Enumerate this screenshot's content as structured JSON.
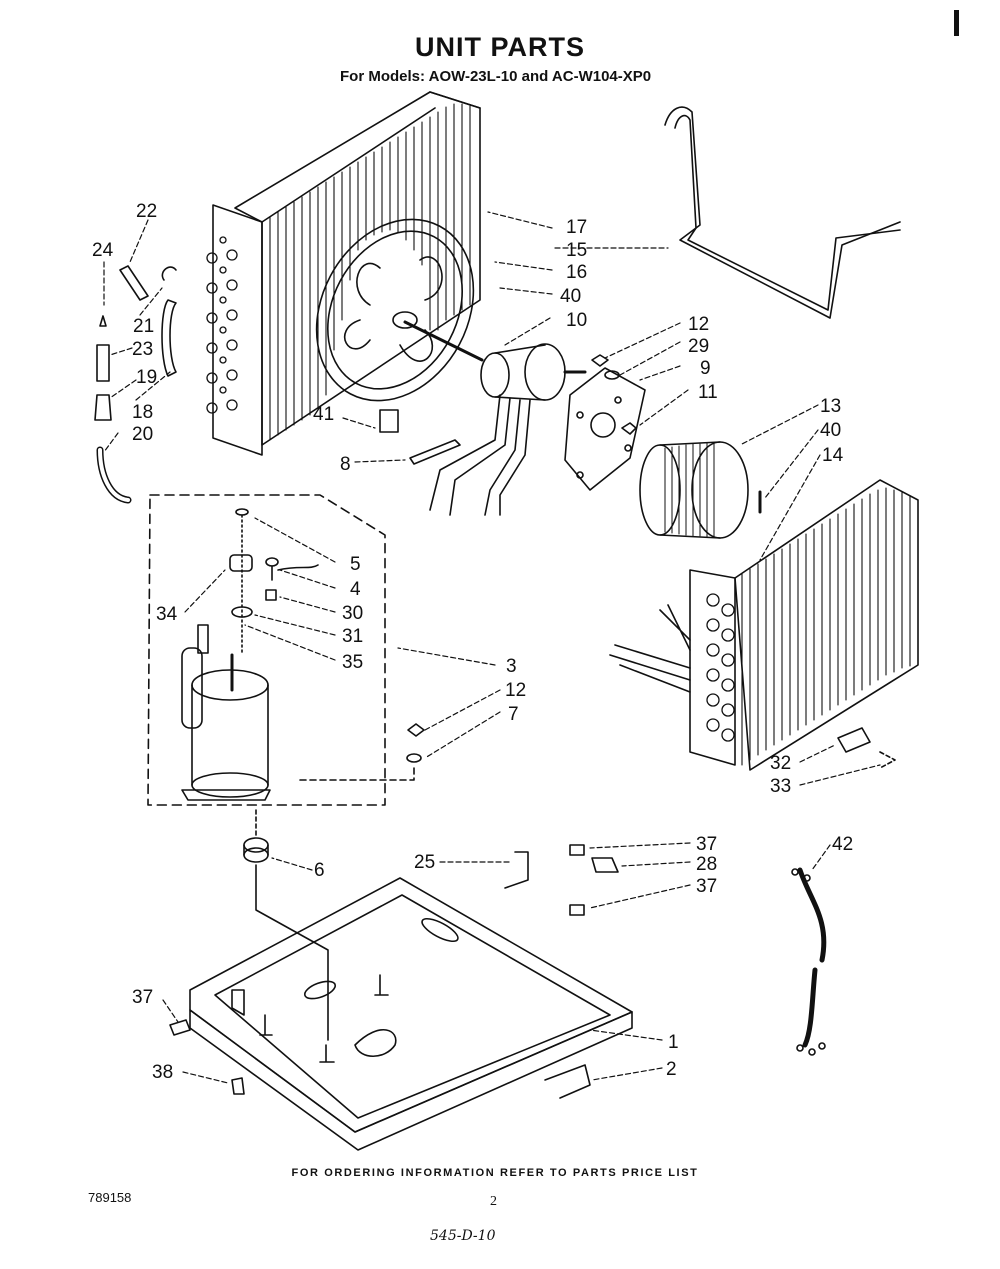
{
  "header": {
    "title": "UNIT PARTS",
    "subtitle": "For Models: AOW-23L-10 and AC-W104-XP0"
  },
  "callouts": {
    "c22": "22",
    "c24": "24",
    "c21": "21",
    "c23": "23",
    "c19": "19",
    "c18": "18",
    "c20": "20",
    "c17": "17",
    "c15": "15",
    "c16": "16",
    "c40a": "40",
    "c10": "10",
    "c12a": "12",
    "c29": "29",
    "c9": "9",
    "c11": "11",
    "c13": "13",
    "c40b": "40",
    "c14": "14",
    "c41": "41",
    "c8": "8",
    "c5": "5",
    "c4": "4",
    "c30": "30",
    "c34": "34",
    "c31": "31",
    "c35": "35",
    "c3": "3",
    "c12b": "12",
    "c7": "7",
    "c32": "32",
    "c33": "33",
    "c6": "6",
    "c37a": "37",
    "c25": "25",
    "c28": "28",
    "c37b": "37",
    "c42": "42",
    "c37c": "37",
    "c1": "1",
    "c38": "38",
    "c2": "2"
  },
  "footer": {
    "ordering_note": "FOR ORDERING INFORMATION REFER TO PARTS PRICE LIST",
    "doc_number": "789158",
    "page_number": "2",
    "handwritten_code": "545-D-10"
  }
}
